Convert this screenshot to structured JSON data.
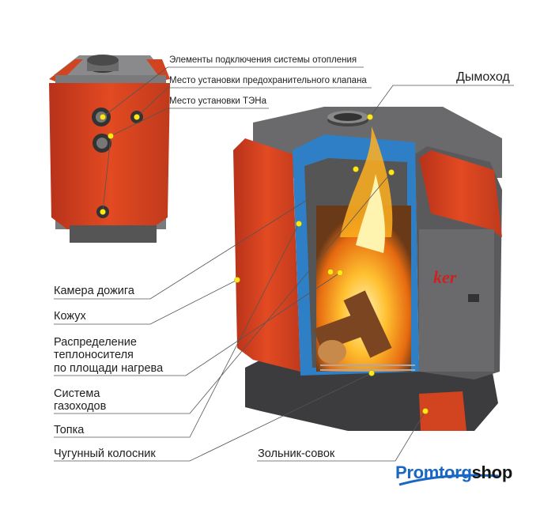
{
  "callouts_top": [
    "Элементы подключения системы отопления",
    "Место установки предохранительного клапана",
    "Место установки ТЭНа"
  ],
  "chimney_label": "Дымоход",
  "callouts_left": [
    "Камера дожига",
    "Кожух",
    "Распределение",
    "теплоносителя",
    "по площади нагрева",
    "Система",
    "газоходов",
    "Топка",
    "Чугунный колосник"
  ],
  "ash_label": "Зольник-совок",
  "logo": {
    "part1": "Promtorg",
    "part2": "shop"
  },
  "door_brand": "ker",
  "colors": {
    "casing": "#d4401e",
    "steel": "#5e5e60",
    "insulation": "#2f7fc6",
    "marker": "#ffe81a",
    "logo_blue": "#1a66c4"
  }
}
